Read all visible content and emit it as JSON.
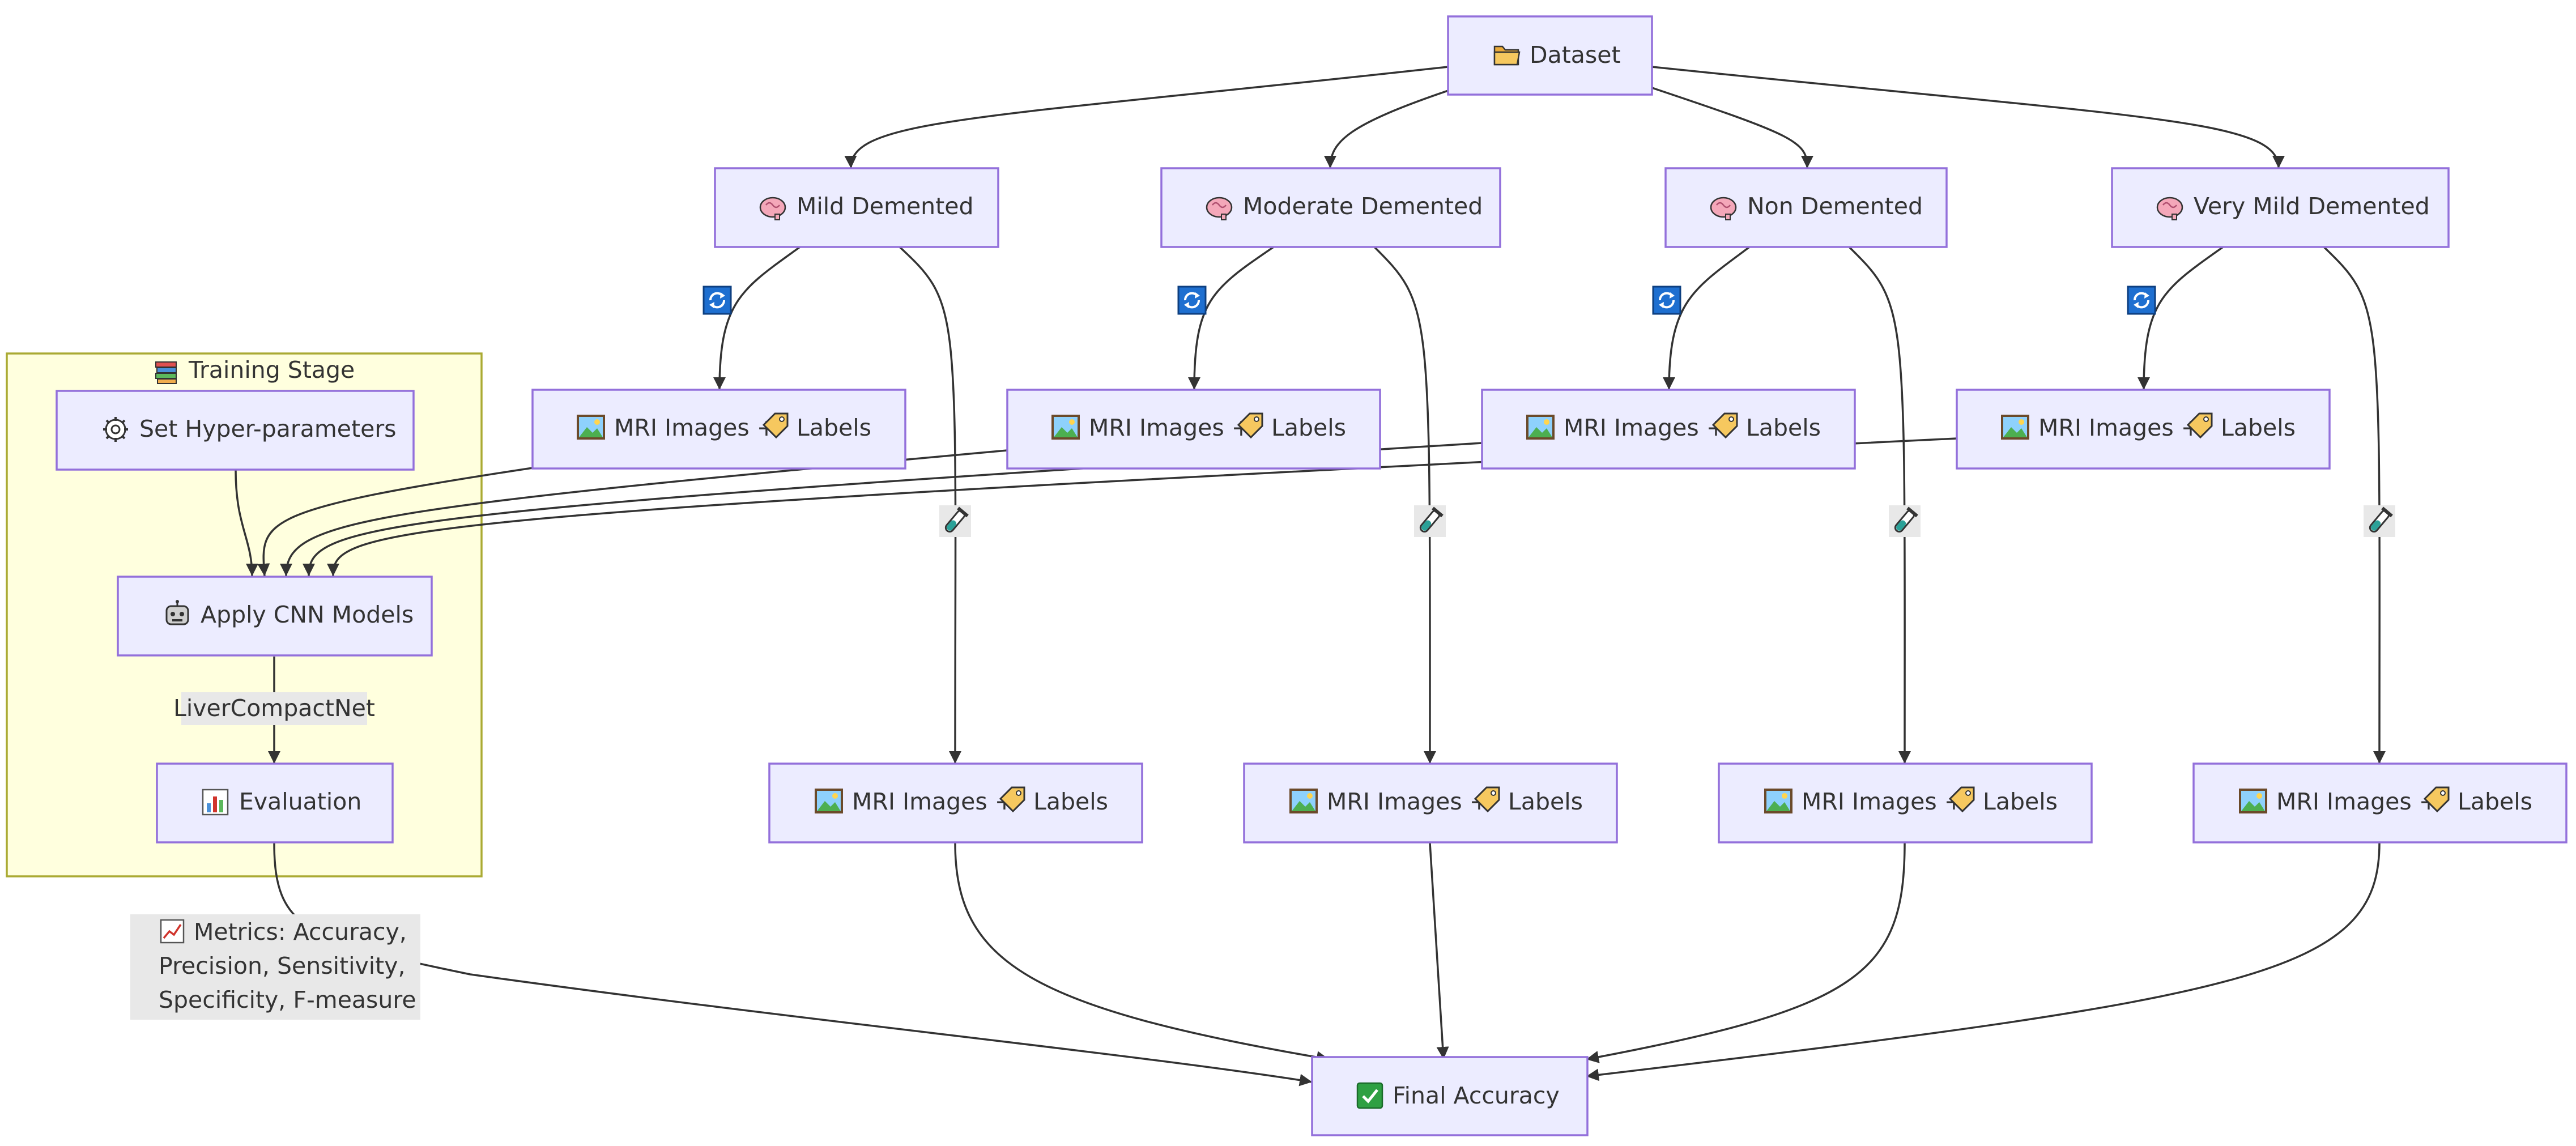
{
  "colors": {
    "node_fill": "#ECECFF",
    "node_stroke": "#9370DB",
    "cluster_fill": "#FFFFDE",
    "cluster_stroke": "#AAAA33",
    "edge": "#333333",
    "edge_label_bg": "#E8E8E8"
  },
  "cluster": {
    "title": "Training Stage",
    "icon": "books-icon"
  },
  "nodes": {
    "dataset": {
      "label": "Dataset",
      "icon": "folder-icon"
    },
    "mild": {
      "label": "Mild Demented",
      "icon": "brain-icon"
    },
    "moderate": {
      "label": "Moderate Demented",
      "icon": "brain-icon"
    },
    "non": {
      "label": "Non Demented",
      "icon": "brain-icon"
    },
    "verymild": {
      "label": "Very Mild Demented",
      "icon": "brain-icon"
    },
    "hyper": {
      "label": "Set Hyper-parameters",
      "icon": "gear-icon"
    },
    "cnn": {
      "label": "Apply CNN Models",
      "icon": "robot-icon"
    },
    "evaluation": {
      "label": "Evaluation",
      "icon": "bar-chart-icon"
    },
    "final": {
      "label": "Final Accuracy",
      "icon": "check-mark-icon"
    },
    "mri_train": {
      "prefix": "MRI Images +",
      "suffix": "Labels",
      "prefix_icon": "picture-icon",
      "suffix_icon": "label-tag-icon"
    },
    "mri_test": {
      "prefix": "MRI Images +",
      "suffix": "Labels",
      "prefix_icon": "picture-icon",
      "suffix_icon": "label-tag-icon"
    }
  },
  "edge_labels": {
    "split_icon": "refresh-icon",
    "test_icon": "test-tube-icon",
    "cnn_to_eval": "LiverCompactNet",
    "metrics": {
      "icon": "chart-increasing-icon",
      "lines": [
        "Metrics: Accuracy,",
        "Precision, Sensitivity,",
        "Specificity, F-measure"
      ]
    }
  }
}
